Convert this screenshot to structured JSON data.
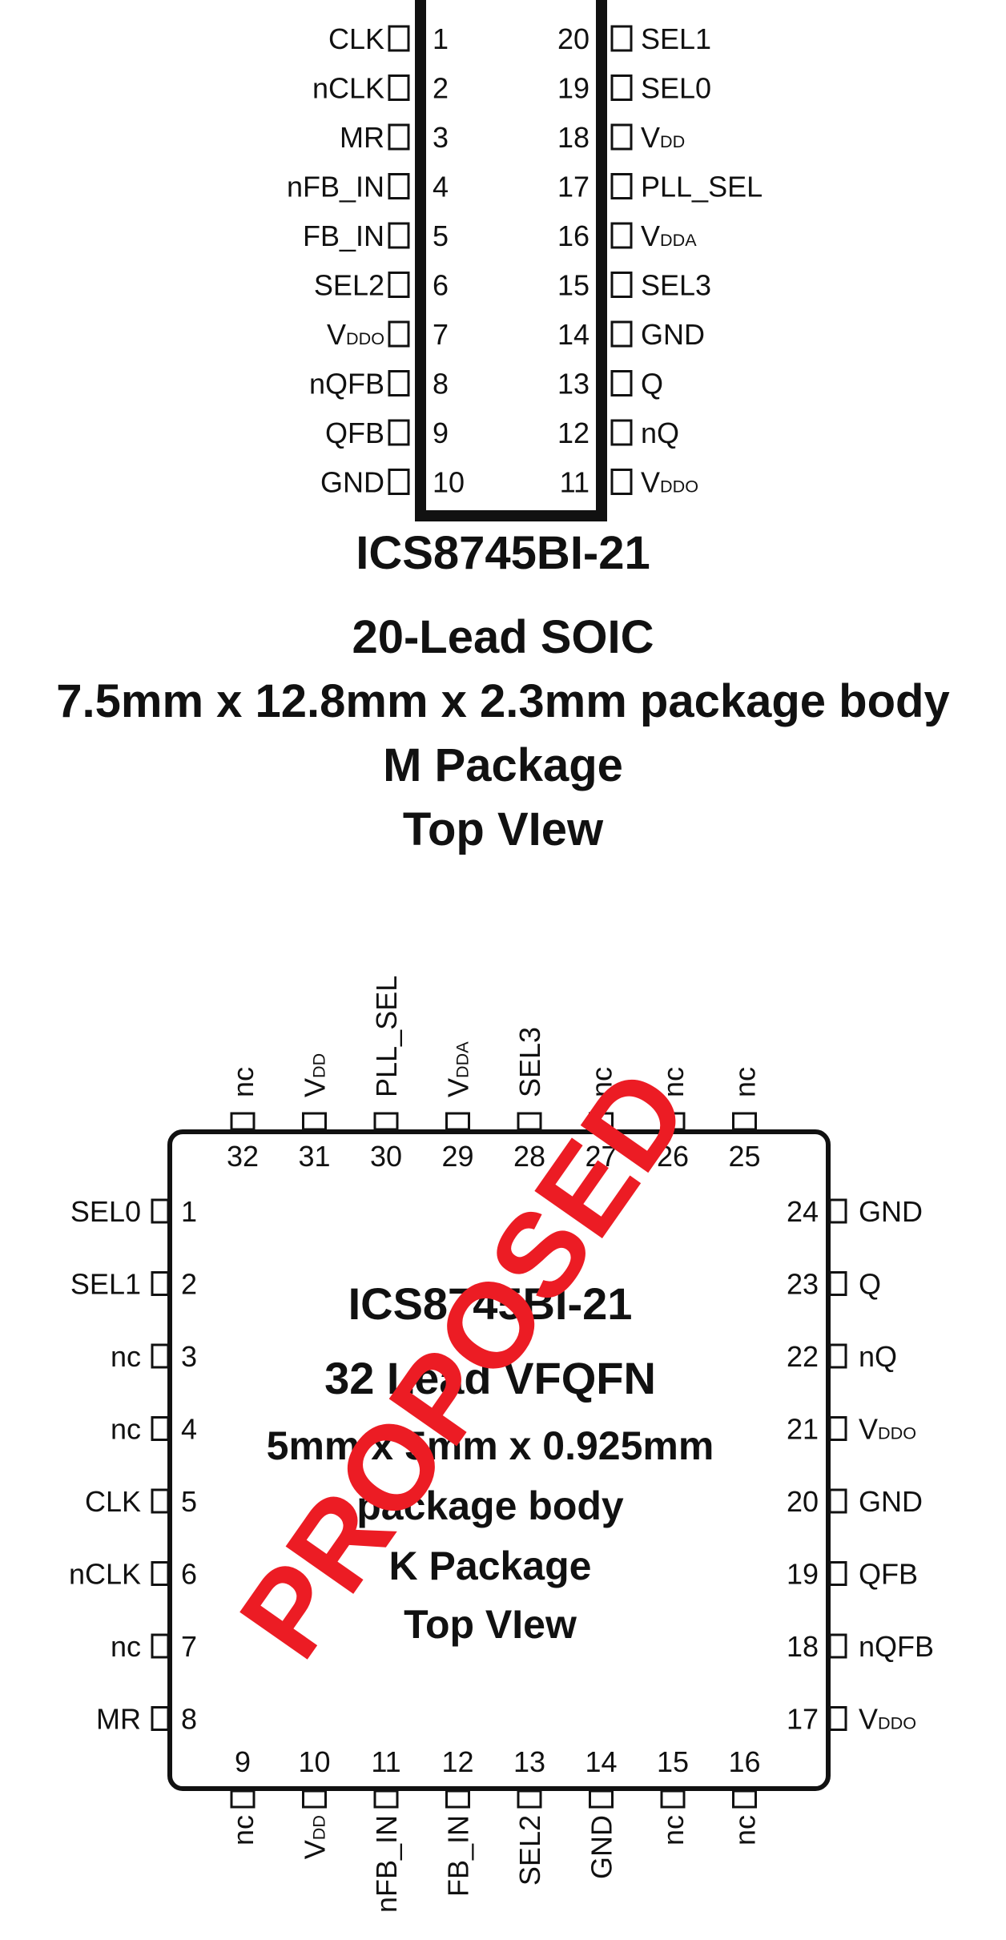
{
  "soic": {
    "left_pins": [
      {
        "num": "1",
        "label": "CLK"
      },
      {
        "num": "2",
        "label": "nCLK"
      },
      {
        "num": "3",
        "label": "MR"
      },
      {
        "num": "4",
        "label": "nFB_IN"
      },
      {
        "num": "5",
        "label": "FB_IN"
      },
      {
        "num": "6",
        "label": "SEL2"
      },
      {
        "num": "7",
        "label": "V",
        "sub": "DDO"
      },
      {
        "num": "8",
        "label": "nQFB"
      },
      {
        "num": "9",
        "label": "QFB"
      },
      {
        "num": "10",
        "label": "GND"
      }
    ],
    "right_pins": [
      {
        "num": "20",
        "label": "SEL1"
      },
      {
        "num": "19",
        "label": "SEL0"
      },
      {
        "num": "18",
        "label": "V",
        "sub": "DD"
      },
      {
        "num": "17",
        "label": "PLL_SEL"
      },
      {
        "num": "16",
        "label": "V",
        "sub": "DDA"
      },
      {
        "num": "15",
        "label": "SEL3"
      },
      {
        "num": "14",
        "label": "GND"
      },
      {
        "num": "13",
        "label": "Q"
      },
      {
        "num": "12",
        "label": "nQ"
      },
      {
        "num": "11",
        "label": "V",
        "sub": "DDO"
      }
    ],
    "caption": [
      "ICS8745BI-21",
      "20-Lead SOIC",
      "7.5mm x 12.8mm x 2.3mm package body",
      "M Package",
      "Top VIew"
    ]
  },
  "qfn": {
    "top_pins": [
      {
        "num": "32",
        "label": "nc"
      },
      {
        "num": "31",
        "label": "V",
        "sub": "DD"
      },
      {
        "num": "30",
        "label": "PLL_SEL"
      },
      {
        "num": "29",
        "label": "V",
        "sub": "DDA"
      },
      {
        "num": "28",
        "label": "SEL3"
      },
      {
        "num": "27",
        "label": "nc"
      },
      {
        "num": "26",
        "label": "nc"
      },
      {
        "num": "25",
        "label": "nc"
      }
    ],
    "left_pins": [
      {
        "num": "1",
        "label": "SEL0"
      },
      {
        "num": "2",
        "label": "SEL1"
      },
      {
        "num": "3",
        "label": "nc"
      },
      {
        "num": "4",
        "label": "nc"
      },
      {
        "num": "5",
        "label": "CLK"
      },
      {
        "num": "6",
        "label": "nCLK"
      },
      {
        "num": "7",
        "label": "nc"
      },
      {
        "num": "8",
        "label": "MR"
      }
    ],
    "right_pins": [
      {
        "num": "24",
        "label": "GND"
      },
      {
        "num": "23",
        "label": "Q"
      },
      {
        "num": "22",
        "label": "nQ"
      },
      {
        "num": "21",
        "label": "V",
        "sub": "DDO"
      },
      {
        "num": "20",
        "label": "GND"
      },
      {
        "num": "19",
        "label": "QFB"
      },
      {
        "num": "18",
        "label": "nQFB"
      },
      {
        "num": "17",
        "label": "V",
        "sub": "DDO"
      }
    ],
    "bottom_pins": [
      {
        "num": "9",
        "label": "nc"
      },
      {
        "num": "10",
        "label": "V",
        "sub": "DD"
      },
      {
        "num": "11",
        "label": "nFB_IN"
      },
      {
        "num": "12",
        "label": "FB_IN"
      },
      {
        "num": "13",
        "label": "SEL2"
      },
      {
        "num": "14",
        "label": "GND"
      },
      {
        "num": "15",
        "label": "nc"
      },
      {
        "num": "16",
        "label": "nc"
      }
    ],
    "body_text": [
      "ICS8745BI-21",
      "32 Lead VFQFN",
      "5mm x 5mm x 0.925mm",
      "package body",
      "K Package",
      "Top VIew"
    ],
    "watermark": "PROPOSED",
    "watermark_color": "#ec1c24"
  }
}
